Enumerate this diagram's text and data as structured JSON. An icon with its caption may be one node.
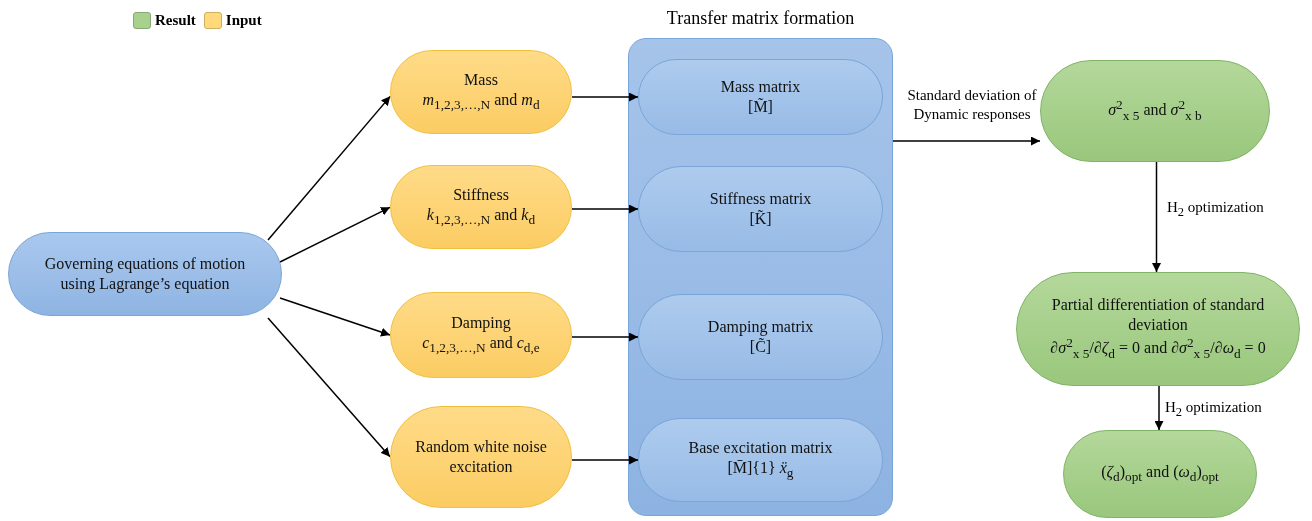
{
  "diagram": {
    "nodes": [
      {
        "text": [
          "Governing equations of motion using Lagrange’s equation"
        ]
      },
      {
        "text": [
          "Mass",
          "*m*$_{1,2,3,…,N}$ and *m*$_{d}$"
        ]
      },
      {
        "text": [
          "Stiffness",
          "*k*$_{1,2,3,…,N}$ and *k*$_{d}$"
        ]
      },
      {
        "text": [
          "Damping",
          "*c*$_{1,2,3,…,N}$ and *c*$_{d,e}$"
        ]
      },
      {
        "text": [
          "Random white noise excitation"
        ]
      },
      {
        "text": [
          "Transfer matrix formation"
        ]
      },
      {
        "text": [
          "Mass matrix",
          "[M̃]"
        ],
        "in": 5
      },
      {
        "text": [
          "Stiffness matrix",
          "[K̃]"
        ],
        "in": 5
      },
      {
        "text": [
          "Damping matrix",
          "[C̃]"
        ],
        "in": 5
      },
      {
        "text": [
          "Base excitation matrix",
          "[M̄]{1} *ẍ*$_{g}$"
        ],
        "in": 5
      },
      {
        "text": [
          "*σ*$^{2}$$_{x 5}$ and *σ*$^{2}$$_{x b}$"
        ]
      },
      {
        "text": [
          "Partial differentiation of standard deviation",
          "∂*σ*$^{2}$$_{x 5}$/∂*ζ*$_{d}$ = 0 and ∂*σ*$^{2}$$_{x 5}$/∂*ω*$_{d}$ = 0"
        ]
      },
      {
        "text": [
          "(*ζ*$_{d}$)$_{opt}$ and (*ω*$_{d}$)$_{opt}$"
        ]
      }
    ],
    "edges": [
      {
        "from": 0,
        "to": 1,
        "arrow": "to"
      },
      {
        "from": 0,
        "to": 2,
        "arrow": "to"
      },
      {
        "from": 0,
        "to": 3,
        "arrow": "to"
      },
      {
        "from": 0,
        "to": 4,
        "arrow": "to"
      },
      {
        "from": 1,
        "to": 6,
        "arrow": "to"
      },
      {
        "from": 2,
        "to": 7,
        "arrow": "to"
      },
      {
        "from": 3,
        "to": 8,
        "arrow": "to"
      },
      {
        "from": 4,
        "to": 9,
        "arrow": "to"
      },
      {
        "from": 5,
        "to": 10,
        "arrow": "to",
        "label": "Standard deviation of Dynamic responses"
      },
      {
        "from": 10,
        "to": 11,
        "arrow": "to",
        "label": "H$_{2}$ optimization"
      },
      {
        "from": 11,
        "to": 12,
        "arrow": "to",
        "label": "H$_{2}$ optimization"
      }
    ],
    "legend": [
      {
        "text": "Result",
        "color": "#a9d18e"
      },
      {
        "text": "Input",
        "color": "#ffd97a"
      }
    ]
  }
}
